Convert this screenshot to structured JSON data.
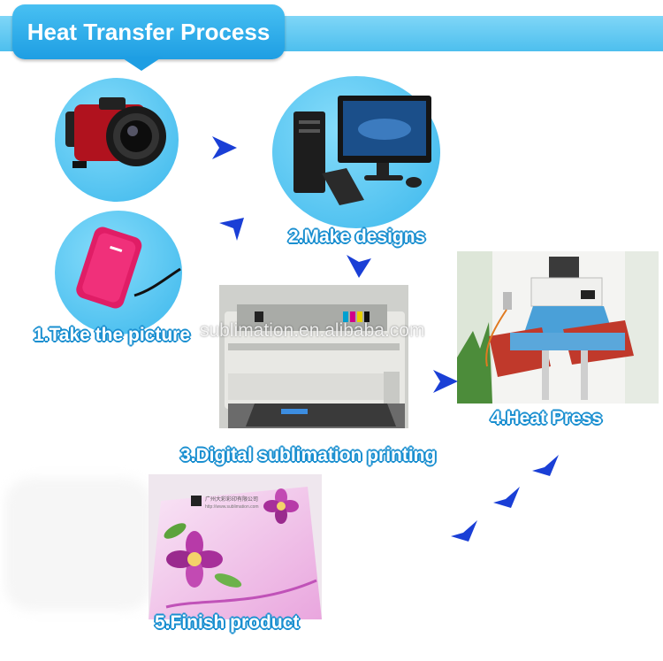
{
  "banner": {
    "title": "Heat Transfer Process"
  },
  "steps": [
    {
      "label": "1.Take the picture"
    },
    {
      "label": "2.Make designs"
    },
    {
      "label": "3.Digital sublimation printing"
    },
    {
      "label": "4.Heat Press"
    },
    {
      "label": "5.Finish product"
    }
  ],
  "watermark": "sublimation.en.alibaba.com",
  "product_card": {
    "line1": "广州大彩彩印有限公司",
    "line2": "http://www.sublimation.com"
  },
  "colors": {
    "accent_blue": "#1e9ee3",
    "arrow_blue": "#1a3fd6",
    "circle_blue": "#4dbfee"
  },
  "icons": [
    "camera-icon",
    "computer-icon",
    "hard-drive-icon",
    "printer-icon",
    "heat-press-icon",
    "arrow-icon"
  ]
}
